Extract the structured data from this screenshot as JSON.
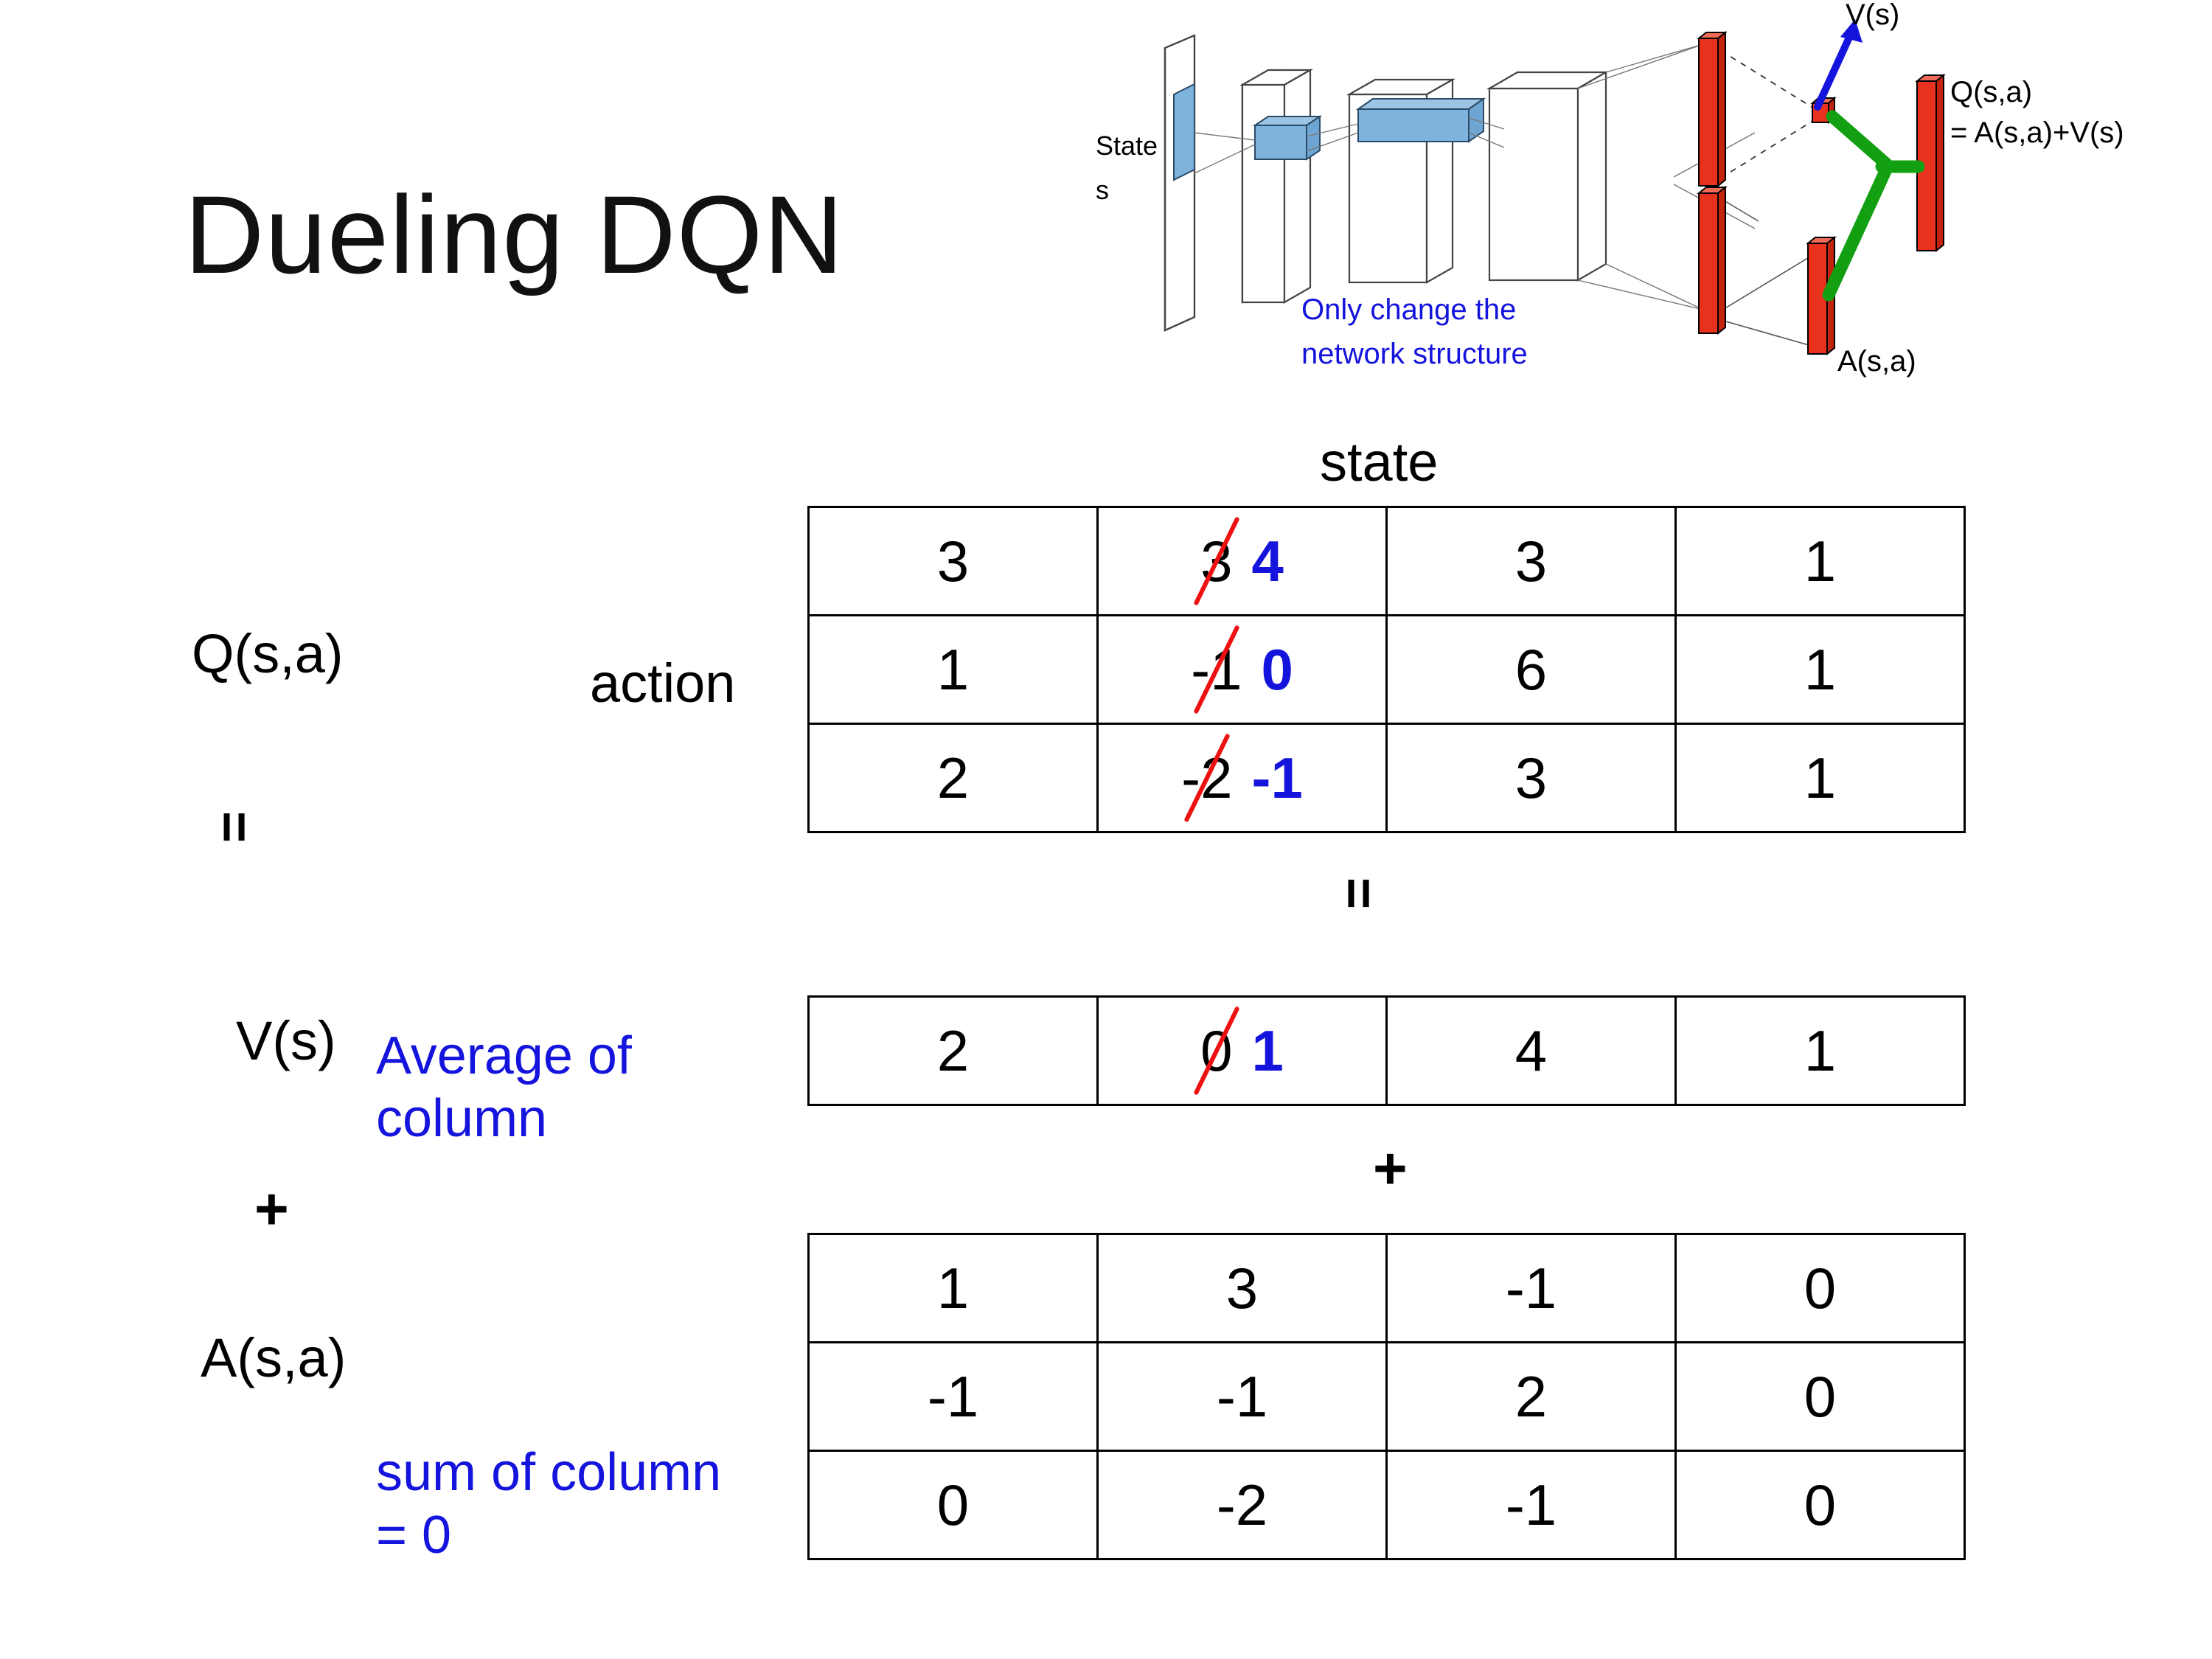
{
  "slide": {
    "title": "Dueling DQN"
  },
  "diagram": {
    "input_label_line1": "State",
    "input_label_line2": "s",
    "note_line1": "Only change the",
    "note_line2": "network structure",
    "value_label": "V(s)",
    "advantage_label": "A(s,a)",
    "q_label_line1": "Q(s,a)",
    "q_label_line2": "= A(s,a)+V(s)",
    "colors": {
      "note": "#1414DD",
      "bar": "#E8321E",
      "link": "#12A012",
      "arrow": "#1414DD"
    }
  },
  "labels": {
    "state": "state",
    "action": "action",
    "q": "Q(s,a)",
    "v": "V(s)",
    "a": "A(s,a)",
    "equals": "=",
    "plus": "+",
    "average_note": "Average of column",
    "sum_note": "sum of column = 0"
  },
  "colors": {
    "blue": "#1414DD",
    "red": "#EE1111",
    "black": "#000000"
  },
  "chart_data": {
    "type": "table",
    "title": "Dueling DQN value/advantage decomposition",
    "column_axis": "state",
    "row_axis": "action",
    "tables": [
      {
        "name": "Q(s,a)",
        "rows": [
          [
            {
              "value": "3"
            },
            {
              "value": "3",
              "struck": true,
              "new_value": "4"
            },
            {
              "value": "3"
            },
            {
              "value": "1"
            }
          ],
          [
            {
              "value": "1"
            },
            {
              "value": "-1",
              "struck": true,
              "new_value": "0"
            },
            {
              "value": "6"
            },
            {
              "value": "1"
            }
          ],
          [
            {
              "value": "2"
            },
            {
              "value": "-2",
              "struck": true,
              "new_value": "-1"
            },
            {
              "value": "3"
            },
            {
              "value": "1"
            }
          ]
        ]
      },
      {
        "name": "V(s)",
        "rows": [
          [
            {
              "value": "2"
            },
            {
              "value": "0",
              "struck": true,
              "new_value": "1"
            },
            {
              "value": "4"
            },
            {
              "value": "1"
            }
          ]
        ]
      },
      {
        "name": "A(s,a)",
        "rows": [
          [
            {
              "value": "1"
            },
            {
              "value": "3"
            },
            {
              "value": "-1"
            },
            {
              "value": "0"
            }
          ],
          [
            {
              "value": "-1"
            },
            {
              "value": "-1"
            },
            {
              "value": "2"
            },
            {
              "value": "0"
            }
          ],
          [
            {
              "value": "0"
            },
            {
              "value": "-2"
            },
            {
              "value": "-1"
            },
            {
              "value": "0"
            }
          ]
        ]
      }
    ],
    "relation": "Q(s,a) = V(s) + A(s,a)",
    "annotations": [
      "Average of column",
      "sum of column = 0"
    ]
  }
}
